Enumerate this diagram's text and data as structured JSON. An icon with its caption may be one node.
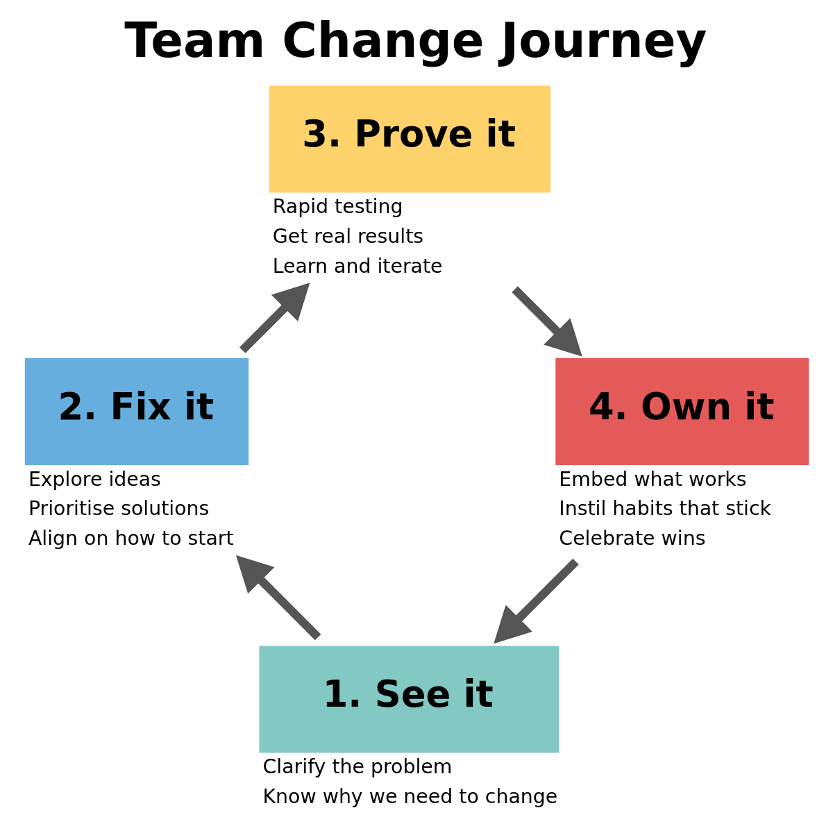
{
  "diagram": {
    "title": "Team Change Journey",
    "nodes": [
      {
        "text": [
          "1. See it"
        ],
        "beside": [
          "Clarify the problem",
          "Know why we need to change"
        ]
      },
      {
        "text": [
          "2. Fix it"
        ],
        "beside": [
          "Explore ideas",
          "Prioritise solutions",
          "Align on how to start"
        ]
      },
      {
        "text": [
          "3. Prove it"
        ],
        "beside": [
          "Rapid testing",
          "Get real results",
          "Learn and iterate"
        ]
      },
      {
        "text": [
          "4. Own it"
        ],
        "beside": [
          "Embed what works",
          "Instil habits that stick",
          "Celebrate wins"
        ]
      }
    ],
    "edges": [
      {
        "from": 0,
        "to": 1,
        "arrow": "to"
      },
      {
        "from": 1,
        "to": 2,
        "arrow": "to"
      },
      {
        "from": 2,
        "to": 3,
        "arrow": "to"
      },
      {
        "from": 3,
        "to": 0,
        "arrow": "to"
      }
    ]
  }
}
